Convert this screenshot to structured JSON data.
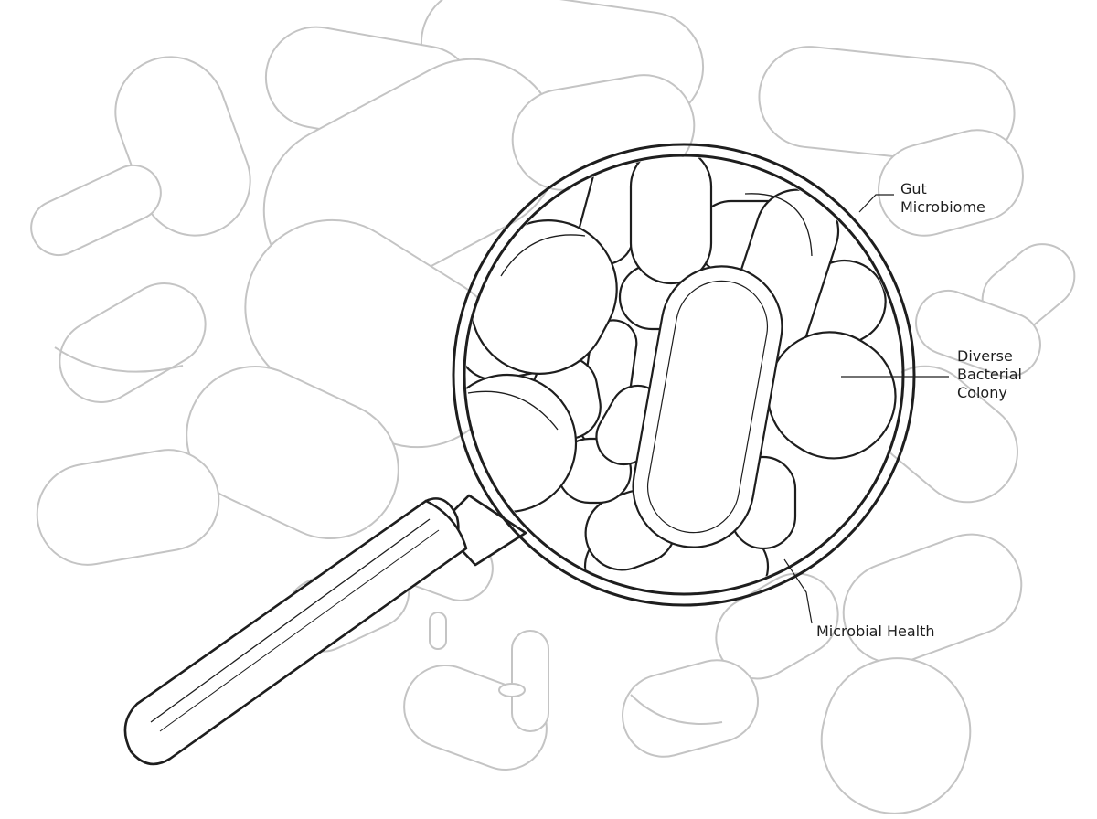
{
  "labels": {
    "gut_line1": "Gut",
    "gut_line2": "Microbiome",
    "colony_line1": "Diverse",
    "colony_line2": "Bacterial",
    "colony_line3": "Colony",
    "health": "Microbial Health"
  },
  "colors": {
    "ink": "#1e1e1e",
    "background_ink": "#c4c4c4",
    "paper": "#ffffff"
  }
}
